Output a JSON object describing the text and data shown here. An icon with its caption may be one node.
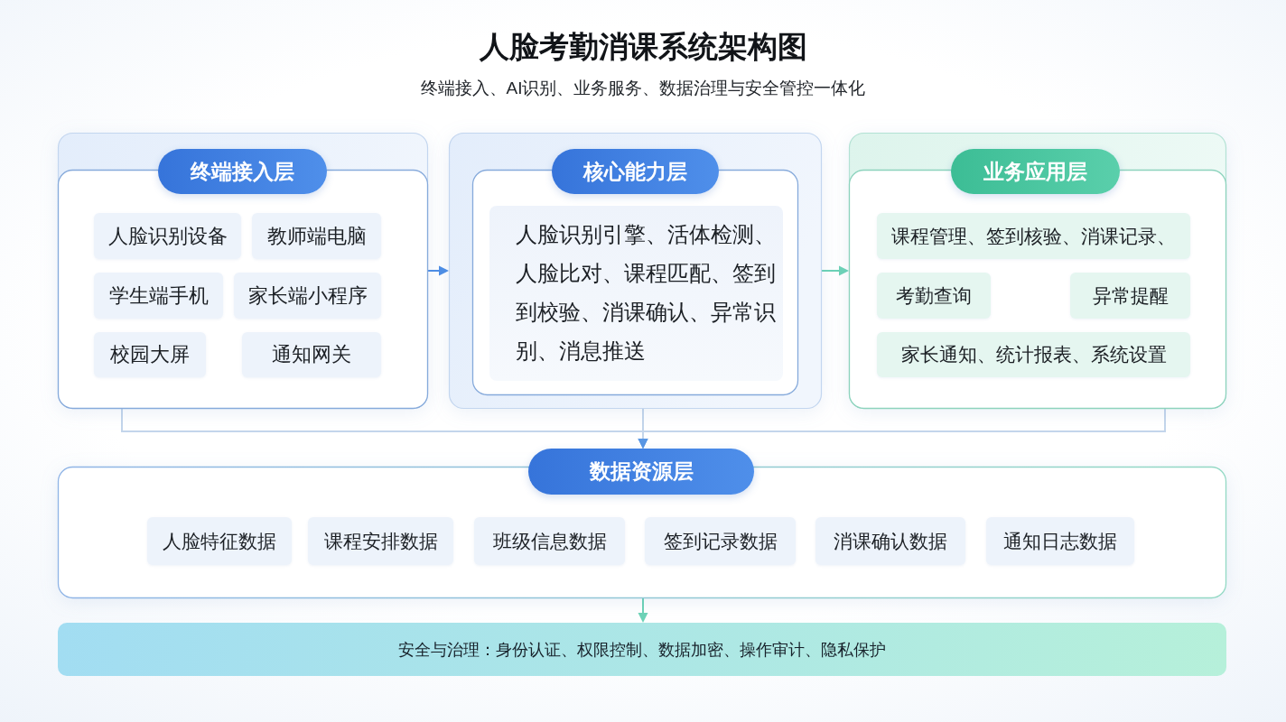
{
  "diagram": {
    "title": "人脸考勤消课系统架构图",
    "nodes": [
      {
        "text": [
          "终端接入层"
        ]
      },
      {
        "text": [
          "人脸识别设备"
        ],
        "in": 0
      },
      {
        "text": [
          "教师端电脑"
        ],
        "in": 0
      },
      {
        "text": [
          "学生端手机"
        ],
        "in": 0
      },
      {
        "text": [
          "家长端小程序"
        ],
        "in": 0
      },
      {
        "text": [
          "校园大屏"
        ],
        "in": 0
      },
      {
        "text": [
          "通知网关"
        ],
        "in": 0
      },
      {
        "text": [
          "核心能力层"
        ]
      },
      {
        "text": [
          "人脸识别引擎、活体检测、人脸比对、课程匹配、签到到校验、消课确认、异常识别、消息推送"
        ],
        "in": 7
      },
      {
        "text": [
          "业务应用层"
        ]
      },
      {
        "text": [
          "课程管理、签到核验、消课记录、"
        ],
        "in": 9
      },
      {
        "text": [
          "考勤查询"
        ],
        "in": 9
      },
      {
        "text": [
          "异常提醒"
        ],
        "in": 9
      },
      {
        "text": [
          "家长通知、统计报表、系统设置"
        ],
        "in": 9
      },
      {
        "text": [
          "数据资源层"
        ]
      },
      {
        "text": [
          "人脸特征数据"
        ],
        "in": 14
      },
      {
        "text": [
          "课程安排数据"
        ],
        "in": 14
      },
      {
        "text": [
          "班级信息数据"
        ],
        "in": 14
      },
      {
        "text": [
          "签到记录数据"
        ],
        "in": 14
      },
      {
        "text": [
          "消课确认数据"
        ],
        "in": 14
      },
      {
        "text": [
          "通知日志数据"
        ],
        "in": 14
      },
      {
        "text": [
          "安全与治理：身份认证、权限控制、数据加密、操作审计、隐私保护"
        ]
      }
    ],
    "edges": [
      {
        "from": 0,
        "to": 7,
        "arrow": "to",
        "color": "#4f8fe6"
      },
      {
        "from": 7,
        "to": 9,
        "arrow": "to",
        "color": "#6dd3b7"
      },
      {
        "from": 0,
        "to": 14,
        "arrow": "to"
      },
      {
        "from": 7,
        "to": 14,
        "arrow": "to"
      },
      {
        "from": 9,
        "to": 14,
        "arrow": "to"
      },
      {
        "from": 14,
        "to": 21,
        "arrow": "to",
        "color": "#6dd3b7"
      }
    ],
    "labels": [
      "终端接入、AI识别、业务服务、数据治理与安全管控一体化"
    ]
  }
}
